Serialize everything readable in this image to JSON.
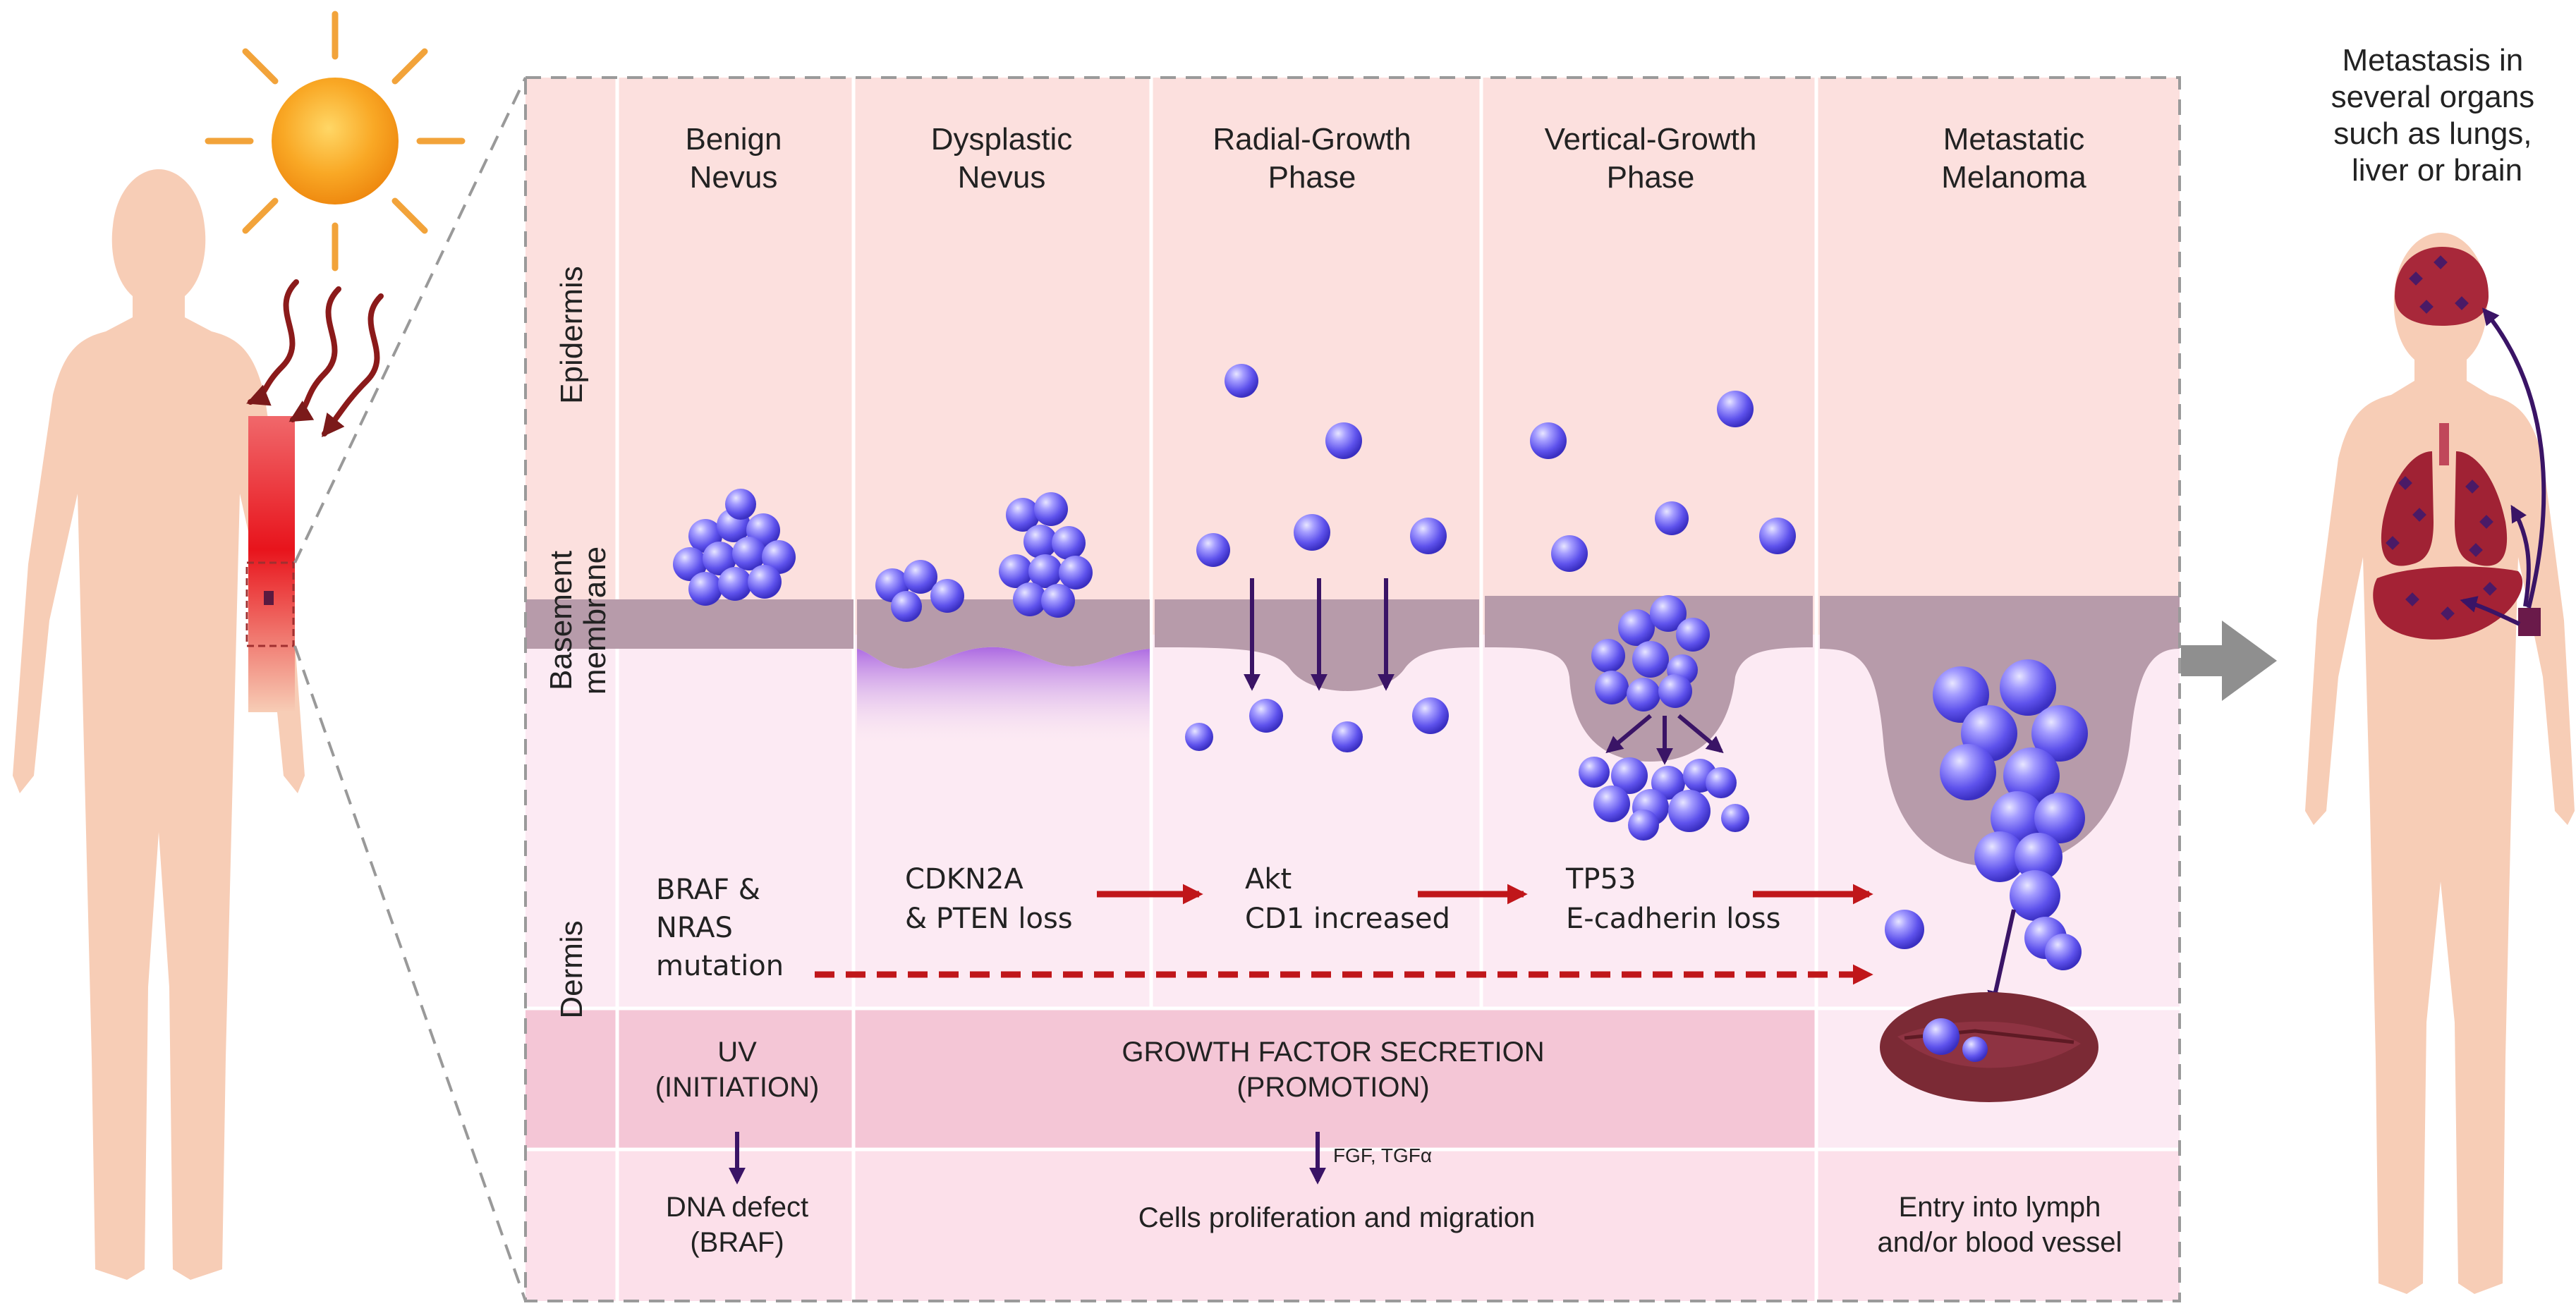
{
  "stages": [
    {
      "line1": "Benign",
      "line2": "Nevus"
    },
    {
      "line1": "Dysplastic",
      "line2": "Nevus"
    },
    {
      "line1": "Radial-Growth",
      "line2": "Phase"
    },
    {
      "line1": "Vertical-Growth",
      "line2": "Phase"
    },
    {
      "line1": "Metastatic",
      "line2": "Melanoma"
    }
  ],
  "layers": {
    "epidermis": "Epidermis",
    "basement_line1": "Basement",
    "basement_line2": "membrane",
    "dermis": "Dermis"
  },
  "mutations": {
    "braf": [
      "BRAF &",
      "NRAS",
      "mutation"
    ],
    "cdkn2a": [
      "CDKN2A",
      "& PTEN loss"
    ],
    "akt": [
      "Akt",
      "CD1 increased"
    ],
    "tp53": [
      "TP53",
      "E-cadherin loss"
    ]
  },
  "bottom": {
    "uv": [
      "UV",
      "(INITIATION)"
    ],
    "growth": [
      "GROWTH FACTOR SECRETION",
      "(PROMOTION)"
    ],
    "factors": "FGF, TGFα",
    "dna": [
      "DNA defect",
      "(BRAF)"
    ],
    "proliferation": "Cells proliferation and migration",
    "entry": [
      "Entry into lymph",
      "and/or blood vessel"
    ]
  },
  "metastasis": [
    "Metastasis in",
    "several organs",
    "such as lungs,",
    "liver or brain"
  ],
  "colors": {
    "skin": "#F7CDB6",
    "epidermis": "#FCE0DE",
    "dermis": "#FCEAF3",
    "membrane": "#B79BAA",
    "band": "#F4C6D6",
    "cell": "#6E63F2",
    "arrow_red": "#C0161A",
    "arrow_purple": "#3A1466",
    "sun": "#F7A51C",
    "vessel": "#7B2A35"
  }
}
